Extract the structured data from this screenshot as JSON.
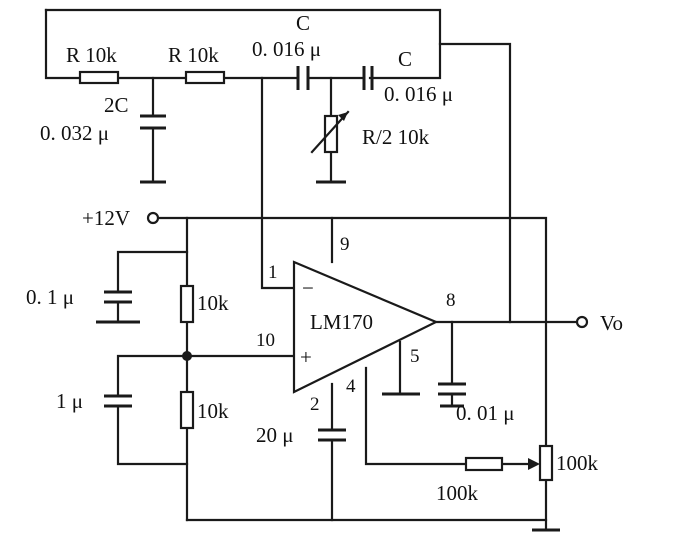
{
  "labels": {
    "r1": "R 10k",
    "r2": "R 10k",
    "c_top_letter": "C",
    "c_top_value": "0. 016 μ",
    "c_right_letter": "C",
    "c_right_value": "0. 016 μ",
    "c_2c_name": "2C",
    "c_2c_value": "0. 032 μ",
    "pot_half": "R/2 10k",
    "supply": "+12V",
    "c_bypass": "0. 1 μ",
    "r_div_top": "10k",
    "r_div_bot": "10k",
    "c_1u": "1 μ",
    "c_20u": "20 μ",
    "c_001": "0. 01 μ",
    "r_100k": "100k",
    "pot_100k": "100k",
    "ic_name": "LM170",
    "output": "Vo",
    "plus": "+",
    "minus": "−",
    "pin1": "1",
    "pin2": "2",
    "pin4": "4",
    "pin5": "5",
    "pin8": "8",
    "pin9": "9",
    "pin10": "10"
  }
}
